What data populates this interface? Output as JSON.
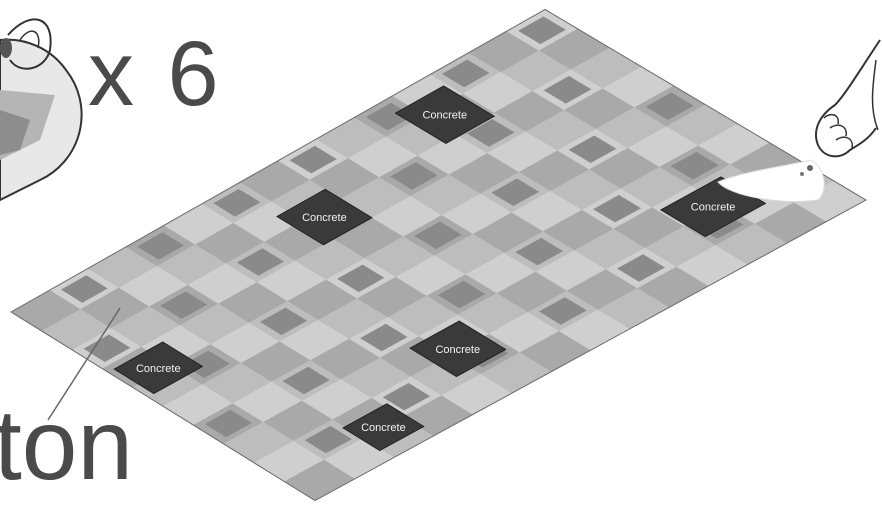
{
  "multiplier_text": "x 6",
  "partial_word": "ton",
  "tile_label": "Concrete",
  "concrete_tiles": [
    {
      "id": "top-center",
      "label": "Concrete"
    },
    {
      "id": "upper-middle",
      "label": "Concrete"
    },
    {
      "id": "right-edge",
      "label": "Concrete"
    },
    {
      "id": "left-edge",
      "label": "Concrete"
    },
    {
      "id": "center-right",
      "label": "Concrete"
    },
    {
      "id": "bottom-center",
      "label": "Concrete"
    }
  ],
  "colors": {
    "mat_light": "#cfcfcf",
    "mat_mid": "#a9a9a9",
    "mat_dark": "#8a8a8a",
    "concrete": "#3a3a3a",
    "outline": "#555555"
  },
  "icons": [
    "detail-zoom-circle-icon",
    "hand-pointing-icon",
    "spray-cloud-icon"
  ]
}
